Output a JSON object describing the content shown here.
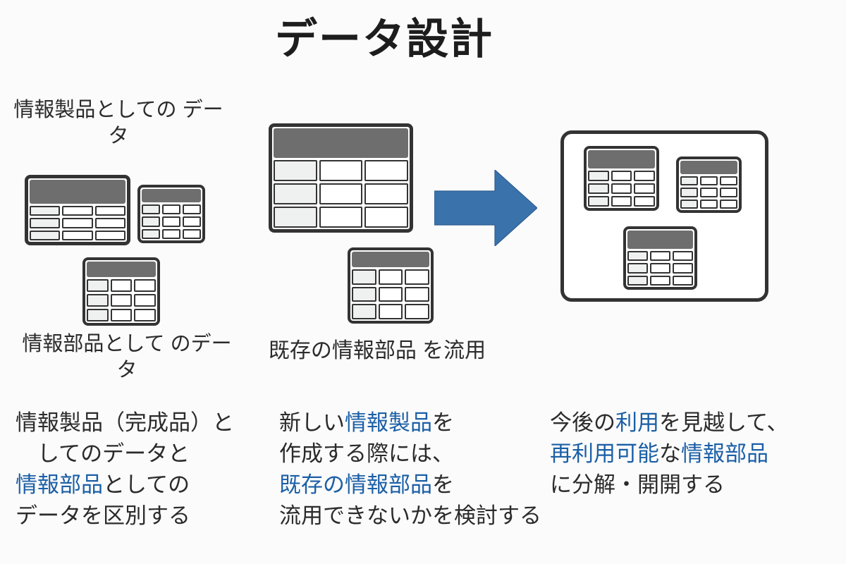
{
  "slide": {
    "title": "データ設計",
    "background_color": "#fbfbfb",
    "accent_color": "#1b5fa6",
    "arrow_color": "#3a72ab",
    "table_header_color": "#6e6e6e",
    "table_border_color": "#333333",
    "table_cell_first_color": "#eff0f0"
  },
  "columns": {
    "left": {
      "caption_top": "情報製品としての\nデータ",
      "caption_bottom": "情報部品として\nのデータ",
      "tables": [
        {
          "name": "product-table-large",
          "rows": 3,
          "cols": 3
        },
        {
          "name": "part-table-right",
          "rows": 3,
          "cols": 3
        },
        {
          "name": "part-table-bottom",
          "rows": 3,
          "cols": 3
        }
      ],
      "paragraph": {
        "lines": [
          {
            "runs": [
              {
                "text": "情報製品（完成品）と",
                "highlight": false
              }
            ]
          },
          {
            "runs": [
              {
                "text": "　してのデータと",
                "highlight": false
              }
            ]
          },
          {
            "runs": [
              {
                "text": "情報部品",
                "highlight": true
              },
              {
                "text": "としての",
                "highlight": false
              }
            ]
          },
          {
            "runs": [
              {
                "text": "データを区別する",
                "highlight": false
              }
            ]
          }
        ]
      }
    },
    "middle": {
      "caption": "既存の情報部品\nを流用",
      "tables": [
        {
          "name": "new-product-table",
          "rows": 3,
          "cols": 3
        },
        {
          "name": "existing-part-table",
          "rows": 3,
          "cols": 3
        }
      ],
      "arrow": {
        "name": "flow-arrow",
        "direction": "right"
      },
      "paragraph": {
        "lines": [
          {
            "runs": [
              {
                "text": "新しい",
                "highlight": false
              },
              {
                "text": "情報製品",
                "highlight": true
              },
              {
                "text": "を",
                "highlight": false
              }
            ]
          },
          {
            "runs": [
              {
                "text": "作成する際には、",
                "highlight": false
              }
            ]
          },
          {
            "runs": [
              {
                "text": "既存の情報部品",
                "highlight": true
              },
              {
                "text": "を",
                "highlight": false
              }
            ]
          },
          {
            "runs": [
              {
                "text": "流用できないかを検討する",
                "highlight": false
              }
            ]
          }
        ]
      }
    },
    "right": {
      "panel_name": "reusable-parts-group",
      "tables": [
        {
          "name": "part-table-a",
          "rows": 3,
          "cols": 3
        },
        {
          "name": "part-table-b",
          "rows": 3,
          "cols": 3
        },
        {
          "name": "part-table-c",
          "rows": 3,
          "cols": 3
        }
      ],
      "paragraph": {
        "lines": [
          {
            "runs": [
              {
                "text": "今後の",
                "highlight": false
              },
              {
                "text": "利用",
                "highlight": true
              },
              {
                "text": "を見越して、",
                "highlight": false
              }
            ]
          },
          {
            "runs": [
              {
                "text": "再利用可能",
                "highlight": true
              },
              {
                "text": "な",
                "highlight": false
              },
              {
                "text": "情報部品",
                "highlight": true
              }
            ]
          },
          {
            "runs": [
              {
                "text": "に分解・開開する",
                "highlight": false
              }
            ]
          }
        ]
      }
    }
  }
}
